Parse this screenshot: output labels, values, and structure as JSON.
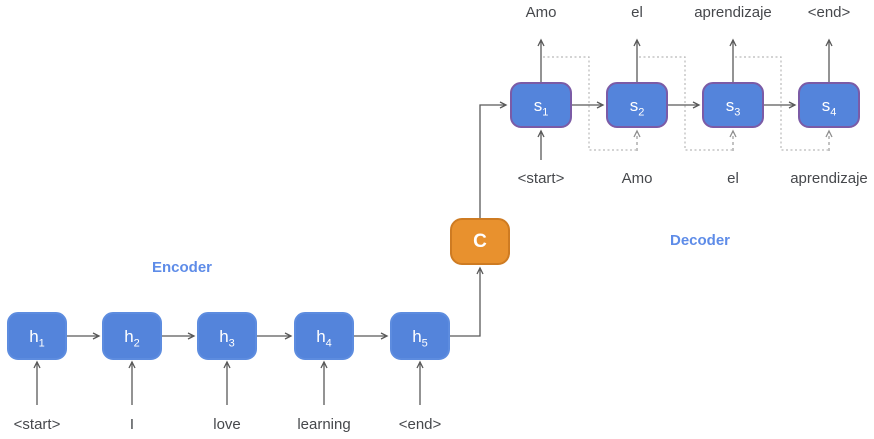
{
  "diagram": {
    "encoder": {
      "label": "Encoder",
      "units": [
        {
          "name": "h",
          "index": "1",
          "input": "<start>"
        },
        {
          "name": "h",
          "index": "2",
          "input": "I"
        },
        {
          "name": "h",
          "index": "3",
          "input": "love"
        },
        {
          "name": "h",
          "index": "4",
          "input": "learning"
        },
        {
          "name": "h",
          "index": "5",
          "input": "<end>"
        }
      ]
    },
    "context": {
      "label": "C"
    },
    "decoder": {
      "label": "Decoder",
      "units": [
        {
          "name": "s",
          "index": "1",
          "input": "<start>",
          "output": "Amo"
        },
        {
          "name": "s",
          "index": "2",
          "input": "Amo",
          "output": "el"
        },
        {
          "name": "s",
          "index": "3",
          "input": "el",
          "output": "aprendizaje"
        },
        {
          "name": "s",
          "index": "4",
          "input": "aprendizaje",
          "output": "<end>"
        }
      ]
    },
    "colors": {
      "unit_fill": "#5484DB",
      "decoder_border": "#7B5BA6",
      "context_fill": "#E8912E",
      "context_border": "#CE7B22",
      "section_label": "#5E8CE8",
      "arrow": "#595959",
      "dotted_feedback": "#b9b9b9",
      "word_text": "#46484c"
    }
  }
}
